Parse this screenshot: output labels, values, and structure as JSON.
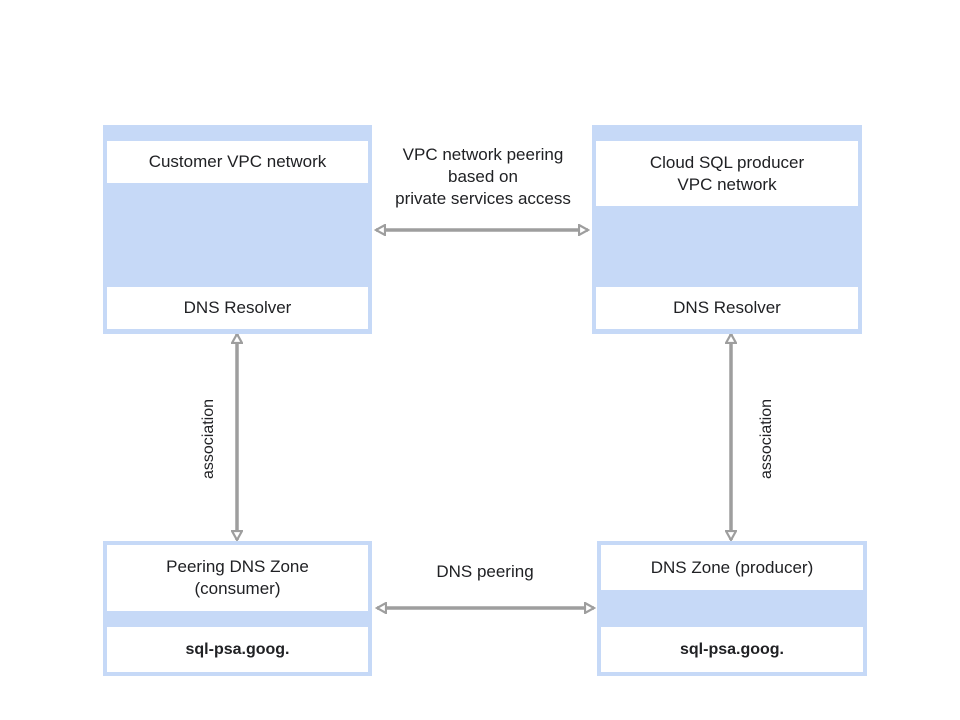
{
  "nodes": {
    "customer_vpc": {
      "title": "Customer VPC network",
      "resolver": "DNS Resolver"
    },
    "producer_vpc": {
      "title": "Cloud SQL producer\nVPC network",
      "resolver": "DNS Resolver"
    },
    "peering_zone": {
      "title": "Peering DNS Zone\n(consumer)",
      "domain": "sql-psa.goog."
    },
    "producer_zone": {
      "title": "DNS Zone (producer)",
      "domain": "sql-psa.goog."
    }
  },
  "edges": {
    "vpc_peering": "VPC network peering\nbased on\nprivate services access",
    "dns_peering": "DNS peering",
    "association_left": "association",
    "association_right": "association"
  },
  "colors": {
    "box_fill": "#c6d9f7",
    "arrow": "#9e9e9e"
  }
}
